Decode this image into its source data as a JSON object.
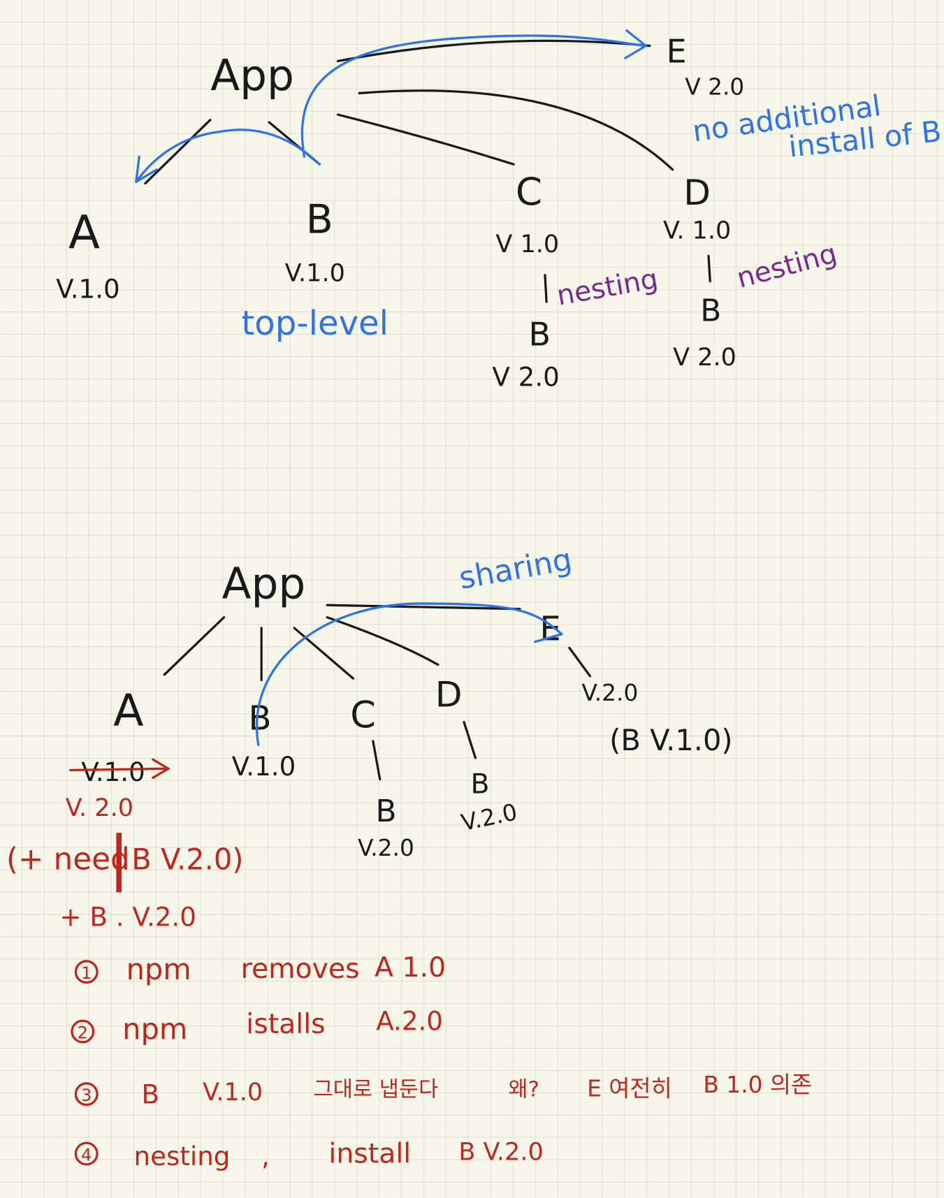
{
  "colors": {
    "ink": "#1a1a1a",
    "blue": "#2f73e6",
    "purple": "#7a2a8c",
    "red": "#c0261e",
    "paper": "#f6f6ea",
    "grid": "#dcdccc"
  },
  "top_tree": {
    "root": "App",
    "a": {
      "name": "A",
      "version": "V.1.0"
    },
    "b": {
      "name": "B",
      "version": "V.1.0",
      "note": "top-level"
    },
    "c": {
      "name": "C",
      "version": "V 1.0",
      "child": "B",
      "child_version": "V 2.0",
      "note": "nesting"
    },
    "d": {
      "name": "D",
      "version": "V. 1.0",
      "child": "B",
      "child_version": "V 2.0",
      "note": "nesting"
    },
    "e": {
      "name": "E",
      "version": "V 2.0",
      "note_line1": "no additional",
      "note_line2": "install of B"
    }
  },
  "bottom_tree": {
    "root": "App",
    "sharing": "sharing",
    "a": {
      "name": "A",
      "old_version": "V.1.0",
      "new_version": "V. 2.0",
      "need_left": "(+ need",
      "need_right": "B V.2.0)",
      "plus": "+ B . V.2.0"
    },
    "b": {
      "name": "B",
      "version": "V.1.0"
    },
    "c": {
      "name": "C",
      "child": "B",
      "child_version": "V.2.0"
    },
    "d": {
      "name": "D",
      "child": "B",
      "child_version": "V.2.0"
    },
    "e": {
      "name": "E",
      "version": "V.2.0",
      "dep": "(B V.1.0)"
    }
  },
  "steps": [
    {
      "num": "1",
      "parts": [
        "npm",
        "removes",
        "A 1.0"
      ]
    },
    {
      "num": "2",
      "parts": [
        "npm",
        "istalls",
        "A.2.0"
      ]
    },
    {
      "num": "3",
      "parts": [
        "B",
        "V.1.0",
        "그대로 냅둔다",
        "왜?",
        "E 여전히",
        "B 1.0 의존"
      ]
    },
    {
      "num": "4",
      "parts": [
        "nesting",
        ",",
        "install",
        "B V.2.0"
      ]
    }
  ]
}
